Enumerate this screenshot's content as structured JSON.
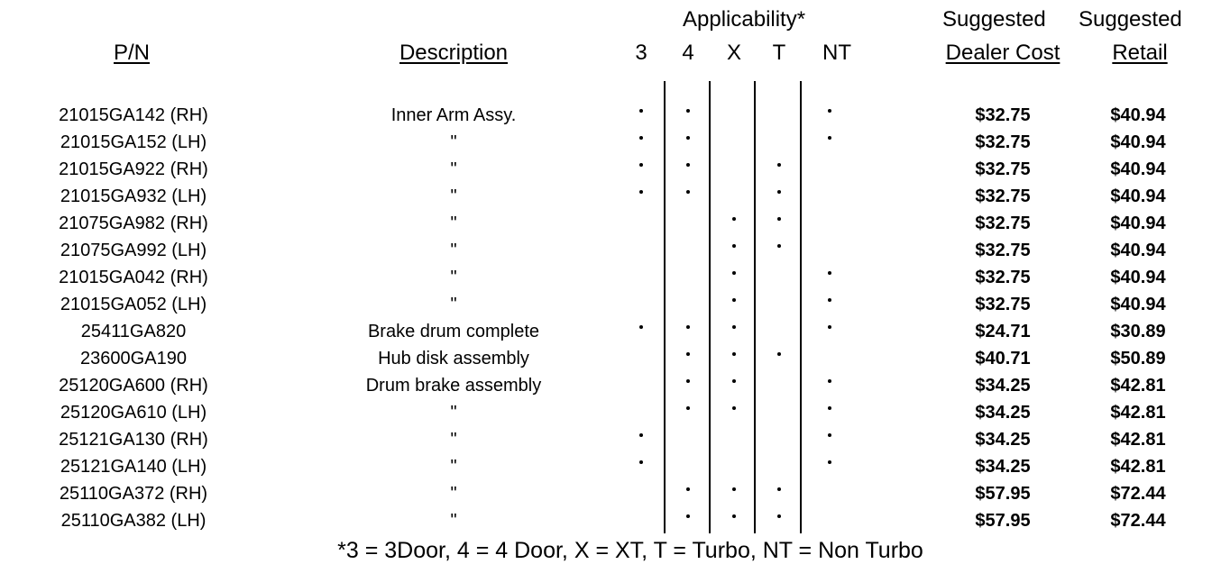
{
  "headers": {
    "applicability": "Applicability*",
    "pn": "P/N",
    "description": "Description",
    "col_3": "3",
    "col_4": "4",
    "col_x": "X",
    "col_t": "T",
    "col_nt": "NT",
    "suggested_1": "Suggested",
    "dealer_cost": "Dealer Cost",
    "suggested_2": "Suggested",
    "retail": "Retail"
  },
  "rows": [
    {
      "pn": "21015GA142 (RH)",
      "desc": "Inner Arm Assy.",
      "a3": true,
      "a4": true,
      "ax": false,
      "at": false,
      "ant": true,
      "dealer": "$32.75",
      "retail": "$40.94"
    },
    {
      "pn": "21015GA152 (LH)",
      "desc": "\"",
      "a3": true,
      "a4": true,
      "ax": false,
      "at": false,
      "ant": true,
      "dealer": "$32.75",
      "retail": "$40.94"
    },
    {
      "pn": "21015GA922 (RH)",
      "desc": "\"",
      "a3": true,
      "a4": true,
      "ax": false,
      "at": true,
      "ant": false,
      "dealer": "$32.75",
      "retail": "$40.94"
    },
    {
      "pn": "21015GA932 (LH)",
      "desc": "\"",
      "a3": true,
      "a4": true,
      "ax": false,
      "at": true,
      "ant": false,
      "dealer": "$32.75",
      "retail": "$40.94"
    },
    {
      "pn": "21075GA982 (RH)",
      "desc": "\"",
      "a3": false,
      "a4": false,
      "ax": true,
      "at": true,
      "ant": false,
      "dealer": "$32.75",
      "retail": "$40.94"
    },
    {
      "pn": "21075GA992 (LH)",
      "desc": "\"",
      "a3": false,
      "a4": false,
      "ax": true,
      "at": true,
      "ant": false,
      "dealer": "$32.75",
      "retail": "$40.94"
    },
    {
      "pn": "21015GA042 (RH)",
      "desc": "\"",
      "a3": false,
      "a4": false,
      "ax": true,
      "at": false,
      "ant": true,
      "dealer": "$32.75",
      "retail": "$40.94"
    },
    {
      "pn": "21015GA052 (LH)",
      "desc": "\"",
      "a3": false,
      "a4": false,
      "ax": true,
      "at": false,
      "ant": true,
      "dealer": "$32.75",
      "retail": "$40.94"
    },
    {
      "pn": "25411GA820",
      "desc": "Brake drum complete",
      "a3": true,
      "a4": true,
      "ax": true,
      "at": false,
      "ant": true,
      "dealer": "$24.71",
      "retail": "$30.89"
    },
    {
      "pn": "23600GA190",
      "desc": "Hub disk assembly",
      "a3": false,
      "a4": true,
      "ax": true,
      "at": true,
      "ant": false,
      "dealer": "$40.71",
      "retail": "$50.89"
    },
    {
      "pn": "25120GA600 (RH)",
      "desc": "Drum brake assembly",
      "a3": false,
      "a4": true,
      "ax": true,
      "at": false,
      "ant": true,
      "dealer": "$34.25",
      "retail": "$42.81"
    },
    {
      "pn": "25120GA610 (LH)",
      "desc": "\"",
      "a3": false,
      "a4": true,
      "ax": true,
      "at": false,
      "ant": true,
      "dealer": "$34.25",
      "retail": "$42.81"
    },
    {
      "pn": "25121GA130 (RH)",
      "desc": "\"",
      "a3": true,
      "a4": false,
      "ax": false,
      "at": false,
      "ant": true,
      "dealer": "$34.25",
      "retail": "$42.81"
    },
    {
      "pn": "25121GA140 (LH)",
      "desc": "\"",
      "a3": true,
      "a4": false,
      "ax": false,
      "at": false,
      "ant": true,
      "dealer": "$34.25",
      "retail": "$42.81"
    },
    {
      "pn": "25110GA372 (RH)",
      "desc": "\"",
      "a3": false,
      "a4": true,
      "ax": true,
      "at": true,
      "ant": false,
      "dealer": "$57.95",
      "retail": "$72.44"
    },
    {
      "pn": "25110GA382 (LH)",
      "desc": "\"",
      "a3": false,
      "a4": true,
      "ax": true,
      "at": true,
      "ant": false,
      "dealer": "$57.95",
      "retail": "$72.44"
    }
  ],
  "footnote": "*3 = 3Door, 4 = 4 Door, X = XT, T = Turbo, NT = Non Turbo"
}
